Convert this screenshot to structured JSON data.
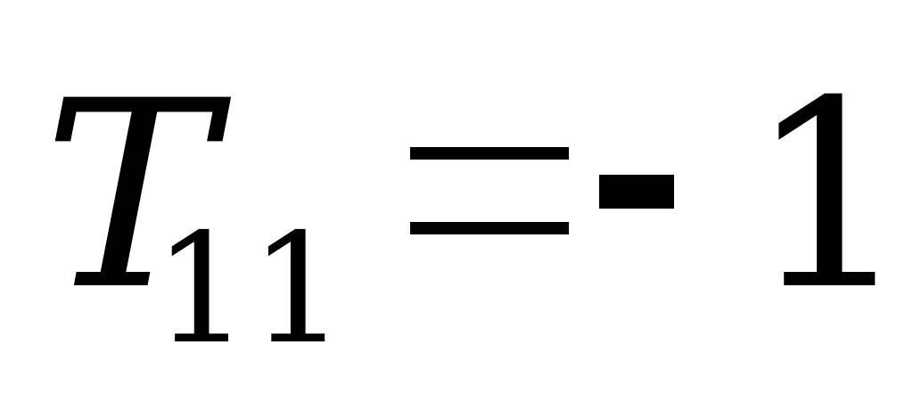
{
  "formula": {
    "variable": "T",
    "subscript": "11",
    "equals": "=",
    "minus": "-",
    "value": "1"
  }
}
